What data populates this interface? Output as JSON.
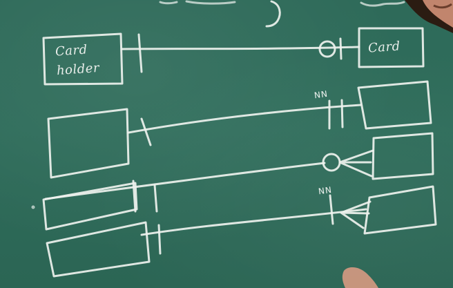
{
  "board": {
    "entities": [
      {
        "id": "cardholder",
        "label_line1": "Card",
        "label_line2": "holder"
      },
      {
        "id": "card",
        "label": "Card"
      }
    ],
    "notations": [
      {
        "id": "nn-1",
        "text": "NN"
      },
      {
        "id": "nn-2",
        "text": "NN"
      }
    ]
  },
  "colors": {
    "chalkboard": "#2f6b5a",
    "chalk": "#eef2ee",
    "skin": "#c98b73",
    "hair": "#2b1c12"
  }
}
